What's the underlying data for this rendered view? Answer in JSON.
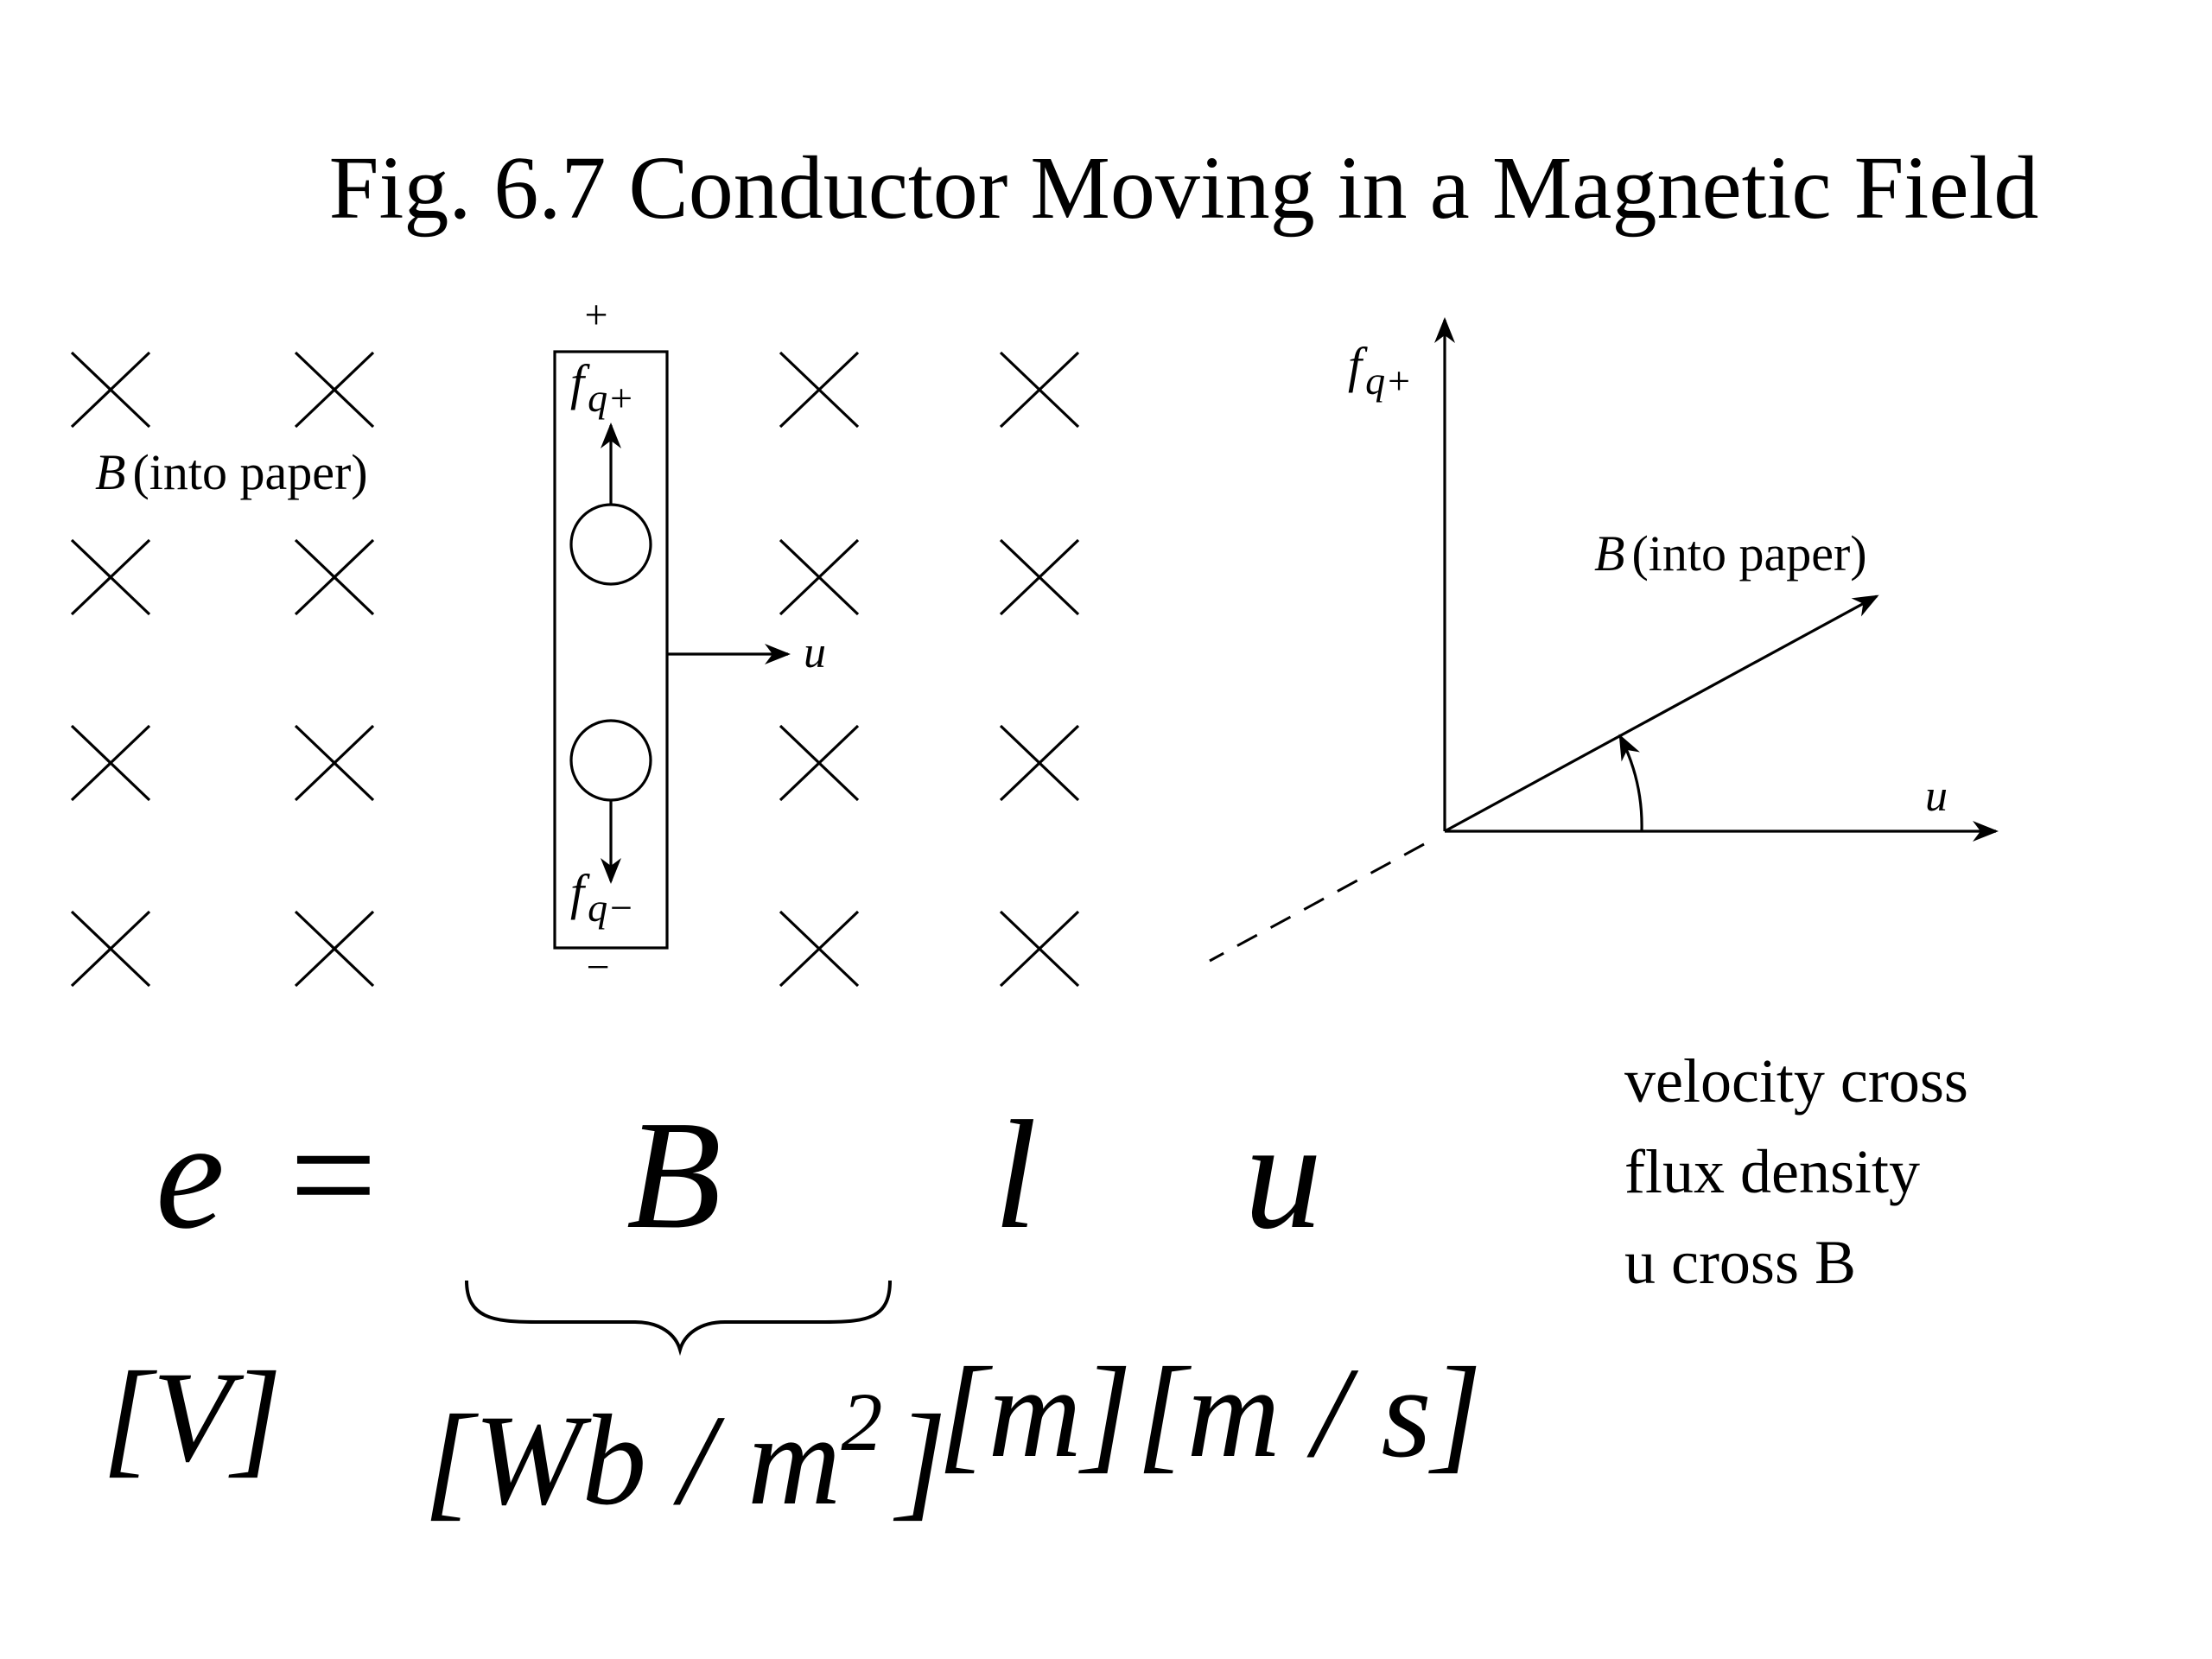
{
  "title": "Fig. 6.7 Conductor Moving in a Magnetic Field",
  "left_panel": {
    "field_label_symbol": "B",
    "field_label_text": "(into paper)",
    "plus_sign": "+",
    "minus_sign": "−",
    "force_top": {
      "symbol": "f",
      "sub": "q+"
    },
    "force_bottom": {
      "symbol": "f",
      "sub": "q−"
    },
    "velocity_label": "u"
  },
  "right_panel": {
    "force_label": {
      "symbol": "f",
      "sub": "q+"
    },
    "field_label_symbol": "B",
    "field_label_text": "(into paper)",
    "velocity_label": "u"
  },
  "note_lines": [
    "velocity cross",
    "flux density",
    "u cross B"
  ],
  "equation": {
    "lhs": "e",
    "eq": "=",
    "b": "B",
    "l": "l",
    "u": "u"
  },
  "units": {
    "volt": "[V]",
    "flux_open": "[Wb / m",
    "flux_exp": "2",
    "flux_close": "]",
    "meter": "[m]",
    "speed": "[m / s]"
  },
  "colors": {
    "ink": "#000000",
    "background": "#ffffff"
  }
}
